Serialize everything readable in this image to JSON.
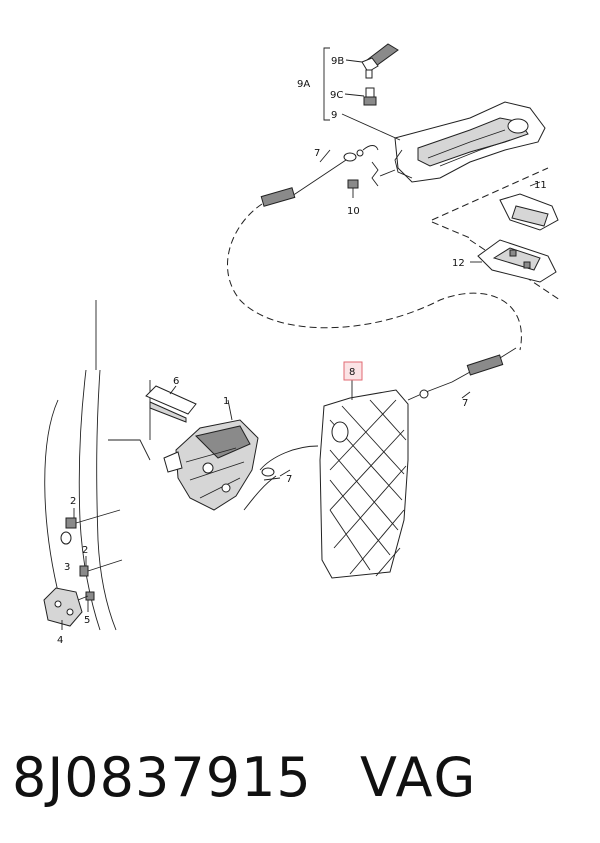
{
  "colors": {
    "highlight": "#e06a72",
    "highlight_fill": "#fbe3e5",
    "ink": "#222222"
  },
  "callouts": {
    "c1": "1",
    "c2a": "2",
    "c2b": "2",
    "c3": "3",
    "c4": "4",
    "c5": "5",
    "c6": "6",
    "c7a": "7",
    "c7b": "7",
    "c7c": "7",
    "c8": "8",
    "c9": "9",
    "c9a": "9A",
    "c9b": "9B",
    "c9c": "9C",
    "c10": "10",
    "c11": "11",
    "c12": "12"
  },
  "footer": {
    "part_number": "8J0837915",
    "brand": "VAG"
  }
}
